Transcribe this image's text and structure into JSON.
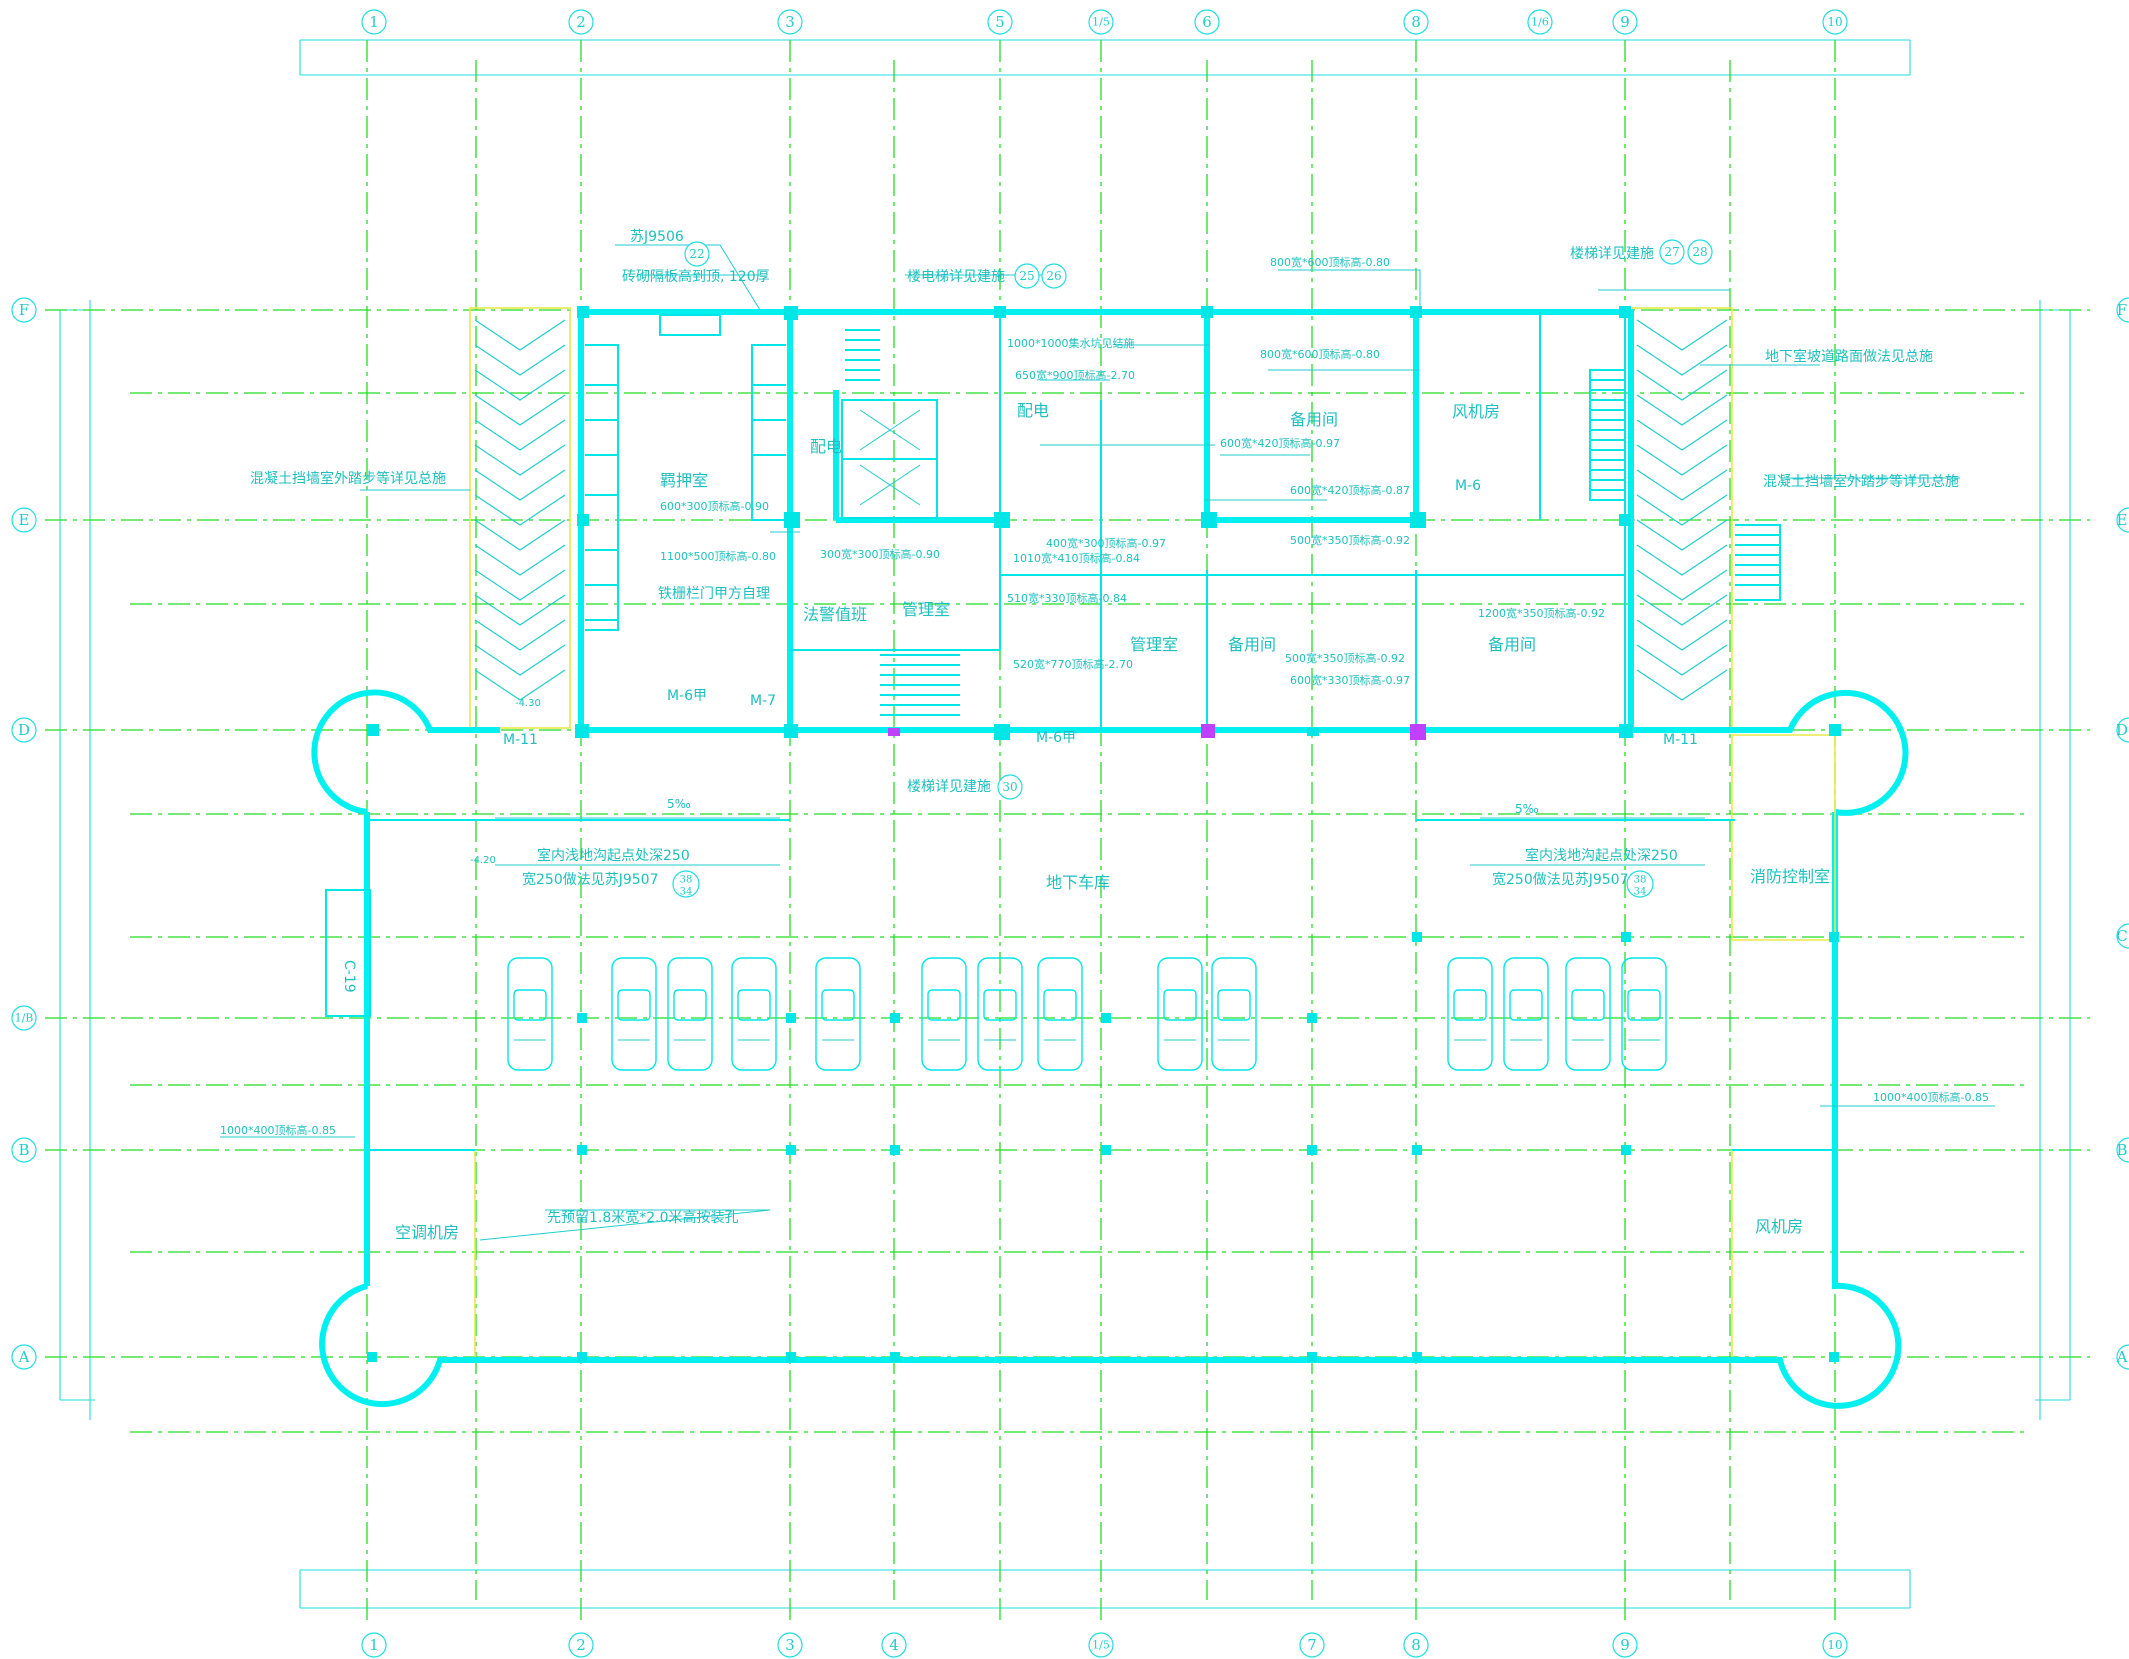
{
  "axes_top": [
    "1",
    "2",
    "3",
    "5",
    "1/5",
    "6",
    "8",
    "1/6",
    "9",
    "10"
  ],
  "axes_bottom": [
    "1",
    "2",
    "3",
    "4",
    "1/5",
    "7",
    "8",
    "9",
    "10"
  ],
  "axes_left": [
    "F",
    "E",
    "D",
    "1/B",
    "B",
    "A"
  ],
  "axes_right": [
    "F",
    "E",
    "D",
    "C",
    "B",
    "A"
  ],
  "rooms": {
    "detention": "羁押室",
    "police_duty": "法警值班",
    "management1": "管理室",
    "management2": "管理室",
    "power1": "配电",
    "power2": "配电",
    "spare1": "备用间",
    "spare2": "备用间",
    "spare3": "备用间",
    "fan1": "风机房",
    "fan2": "风机房",
    "garage": "地下车库",
    "fire_control": "消防控制室",
    "ac_room": "空调机房"
  },
  "notes": {
    "su_j9506": "苏J9506",
    "ref_22": "22",
    "brick_partition": "砖砌隔板高到顶, 120厚",
    "elevator_stair": "楼电梯详见建施",
    "ref_25": "25",
    "ref_26": "26",
    "stair_detail": "楼梯详见建施",
    "ref_27": "27",
    "ref_28": "28",
    "ramp_detail": "地下室坡道路面做法见总施",
    "retaining_left": "混凝土挡墙室外踏步等详见总施",
    "retaining_right": "混凝土挡墙室外踏步等详见总施",
    "iron_rail": "铁栅栏门甲方自理",
    "stair_30": "楼梯详见建施",
    "ref_30": "30",
    "trench_left_1": "室内浅地沟起点处深250",
    "trench_left_2": "宽250做法见苏J9507",
    "trench_right_1": "室内浅地沟起点处深250",
    "trench_right_2": "宽250做法见苏J9507",
    "ref_38": "38",
    "ref_34": "34",
    "install_hole": "先预留1.8米宽*2.0米高按装孔",
    "pit_1000": "1000*1000集水坑见结施",
    "duct_650_900": "650宽*900顶标高-2.70",
    "duct_800_600_a": "800宽*600顶标高-0.80",
    "duct_800_600_b": "800宽*600顶标高-0.80",
    "duct_600_420": "600宽*420顶标高-0.97",
    "duct_600_420_b": "600宽*420顶标高-0.87",
    "duct_600_300": "600*300顶标高-0.90",
    "duct_1100_500": "1100*500顶标高-0.80",
    "duct_300_300": "300宽*300顶标高-0.90",
    "duct_400_300": "400宽*300顶标高-0.97",
    "duct_1010_410": "1010宽*410顶标高-0.84",
    "duct_510_330": "510宽*330顶标高-0.84",
    "duct_520_770": "520宽*770顶标高-2.70",
    "duct_500_350_a": "500宽*350顶标高-0.92",
    "duct_500_350_b": "500宽*350顶标高-0.92",
    "duct_1200_350": "1200宽*350顶标高-0.92",
    "duct_600_330": "600宽*330顶标高-0.97",
    "duct_1000_400_l": "1000*400顶标高-0.85",
    "duct_1000_400_r": "1000*400顶标高-0.85",
    "door_m6a_1": "M-6甲",
    "door_m6a_2": "M-6甲",
    "door_m11_l": "M-11",
    "door_m11_r": "M-11",
    "door_m7": "M-7",
    "door_m6": "M-6",
    "window_c19": "C-19",
    "dim_5": "5‰",
    "elev_m430": "-4.30",
    "elev_m420": "-4.20"
  },
  "colors": {
    "wall": "#00f0f0",
    "grid_axis": "#22dd22",
    "text": "#1fbfbf",
    "yellow_line": "#e8e84a",
    "column_accent": "#c040ff",
    "background": "#ffffff"
  }
}
